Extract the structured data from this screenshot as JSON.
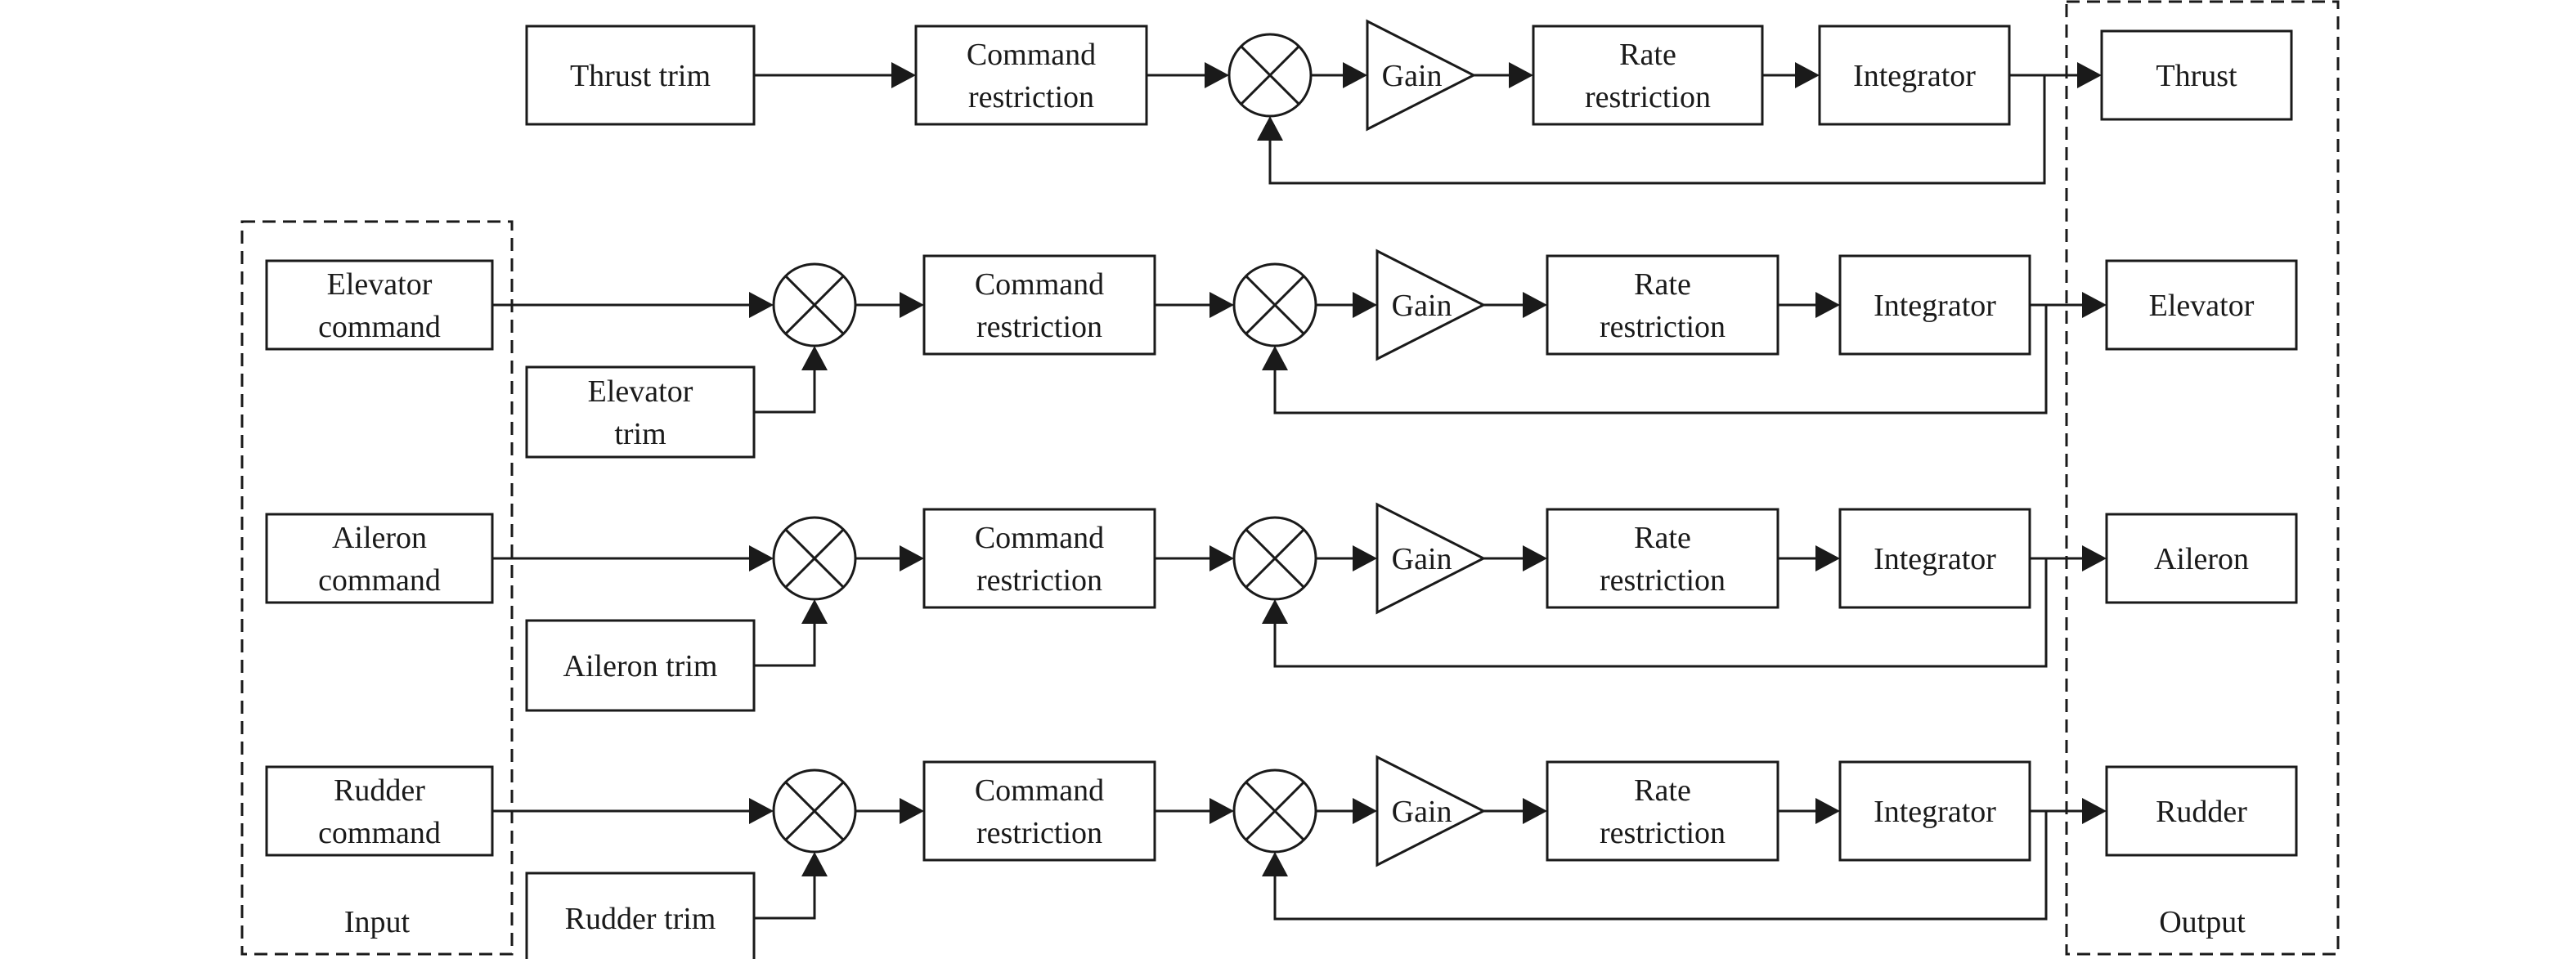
{
  "colors": {
    "stroke": "#1a1a1a",
    "background": "#ffffff"
  },
  "groups": {
    "input_label": "Input",
    "output_label": "Output"
  },
  "labels": {
    "command_restriction": [
      "Command",
      "restriction"
    ],
    "gain": "Gain",
    "rate_restriction": [
      "Rate",
      "restriction"
    ],
    "integrator": "Integrator"
  },
  "channels": [
    {
      "id": "thrust",
      "input": null,
      "trim": [
        "Thrust trim"
      ],
      "output": "Thrust"
    },
    {
      "id": "elevator",
      "input": [
        "Elevator",
        "command"
      ],
      "trim": [
        "Elevator",
        "trim"
      ],
      "output": "Elevator"
    },
    {
      "id": "aileron",
      "input": [
        "Aileron",
        "command"
      ],
      "trim": [
        "Aileron trim"
      ],
      "output": "Aileron"
    },
    {
      "id": "rudder",
      "input": [
        "Rudder",
        "command"
      ],
      "trim": [
        "Rudder trim"
      ],
      "output": "Rudder"
    }
  ]
}
